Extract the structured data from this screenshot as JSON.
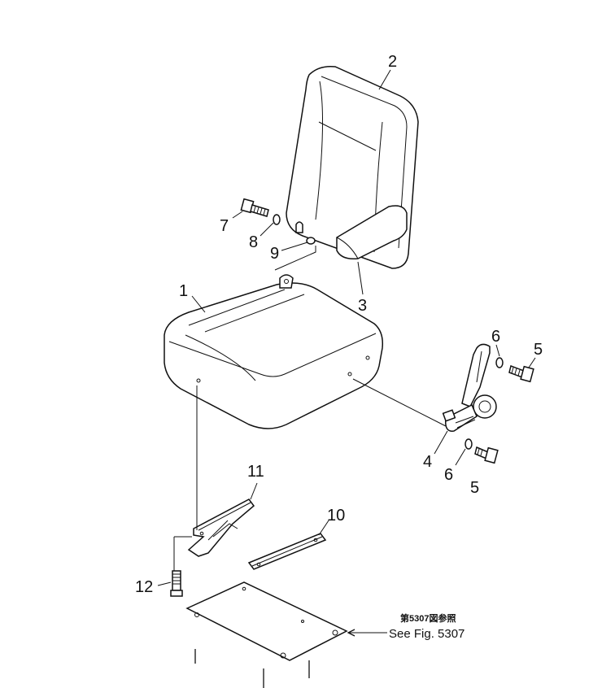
{
  "diagram": {
    "callouts": [
      {
        "id": "1",
        "label": "1"
      },
      {
        "id": "2",
        "label": "2"
      },
      {
        "id": "3",
        "label": "3"
      },
      {
        "id": "4",
        "label": "4"
      },
      {
        "id": "5a",
        "label": "5"
      },
      {
        "id": "5b",
        "label": "5"
      },
      {
        "id": "6a",
        "label": "6"
      },
      {
        "id": "6b",
        "label": "6"
      },
      {
        "id": "7",
        "label": "7"
      },
      {
        "id": "8",
        "label": "8"
      },
      {
        "id": "9",
        "label": "9"
      },
      {
        "id": "10",
        "label": "10"
      },
      {
        "id": "11",
        "label": "11"
      },
      {
        "id": "12",
        "label": "12"
      }
    ],
    "reference": {
      "japanese": "第5307図参照",
      "english": "See Fig. 5307"
    }
  }
}
